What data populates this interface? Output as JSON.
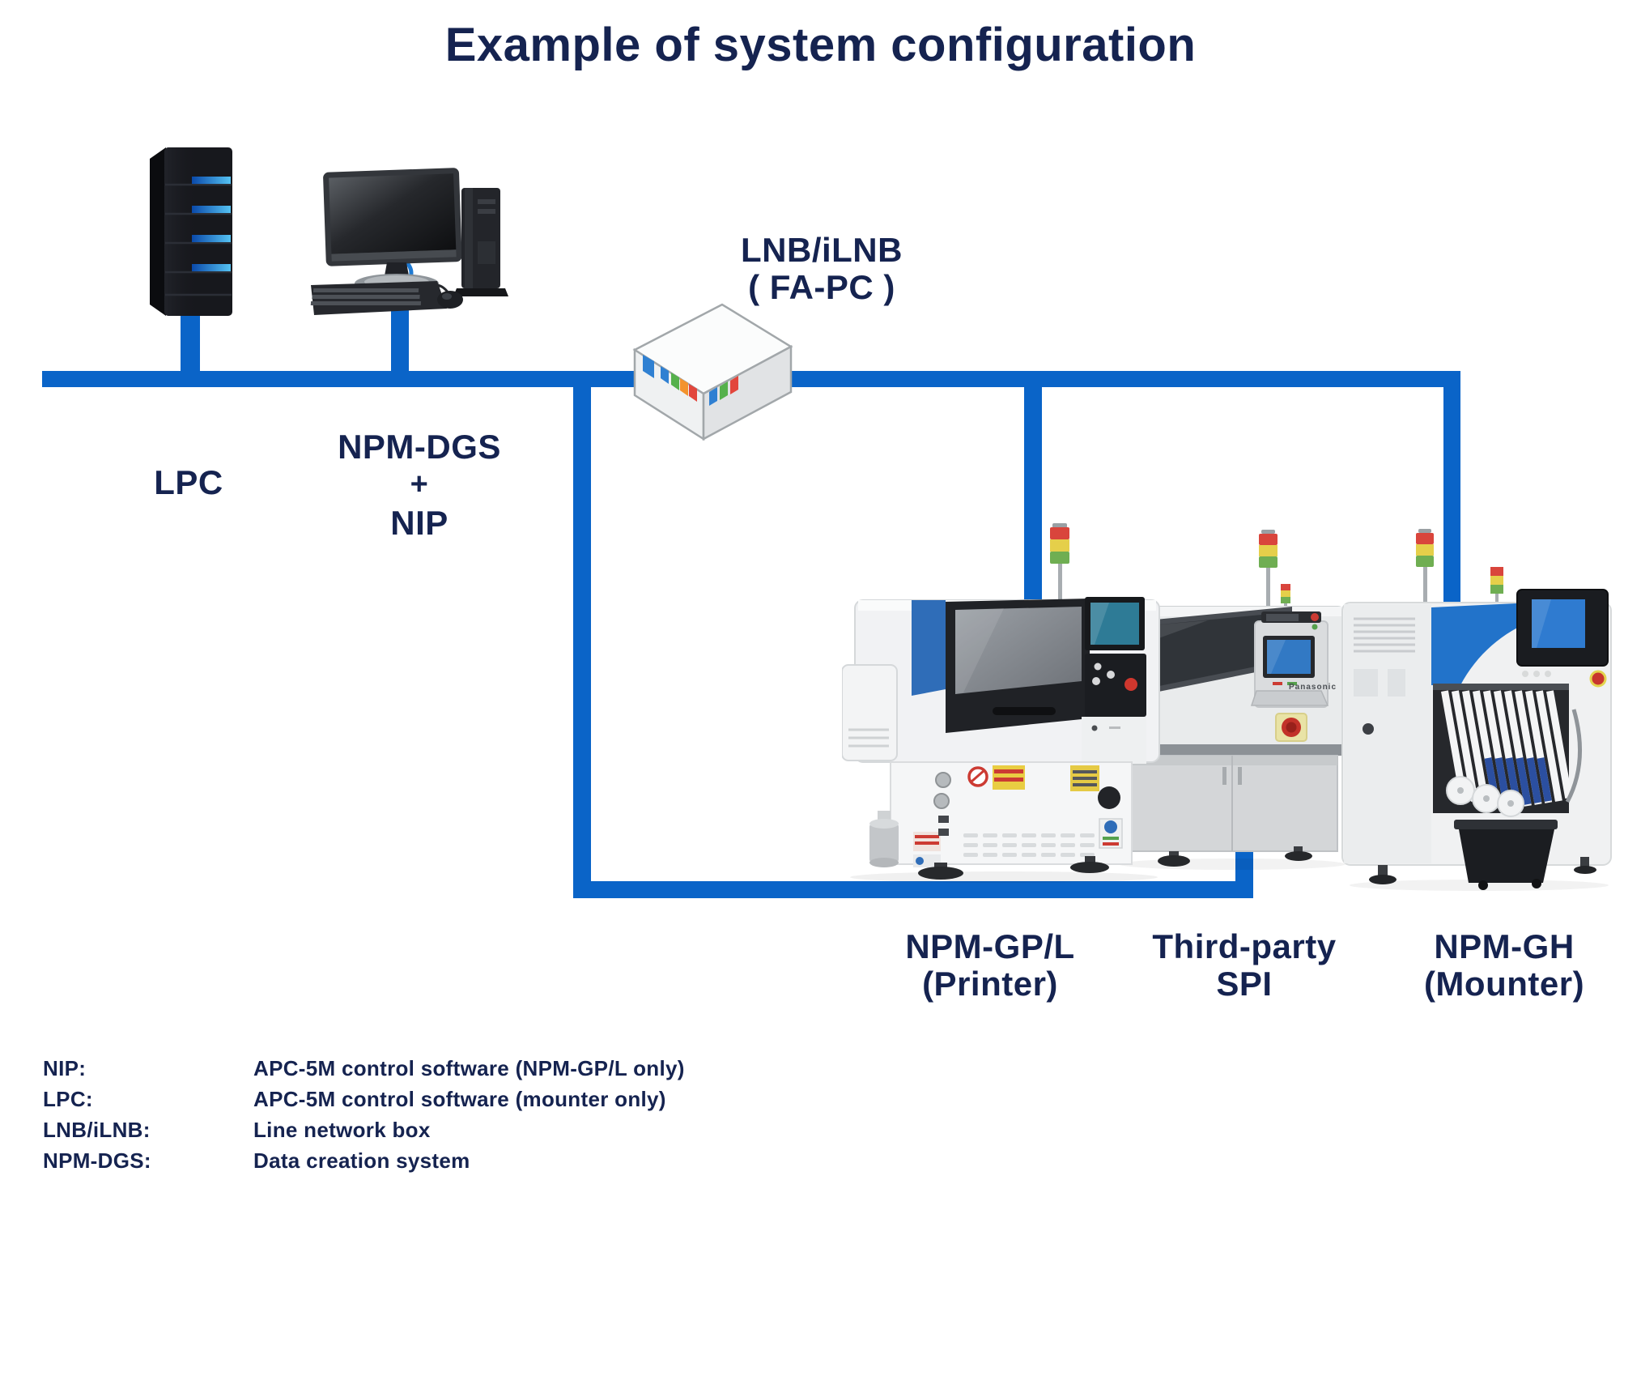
{
  "title": "Example of system configuration",
  "colors": {
    "line_blue": "#0a64c8",
    "text_navy": "#152350",
    "machine_accent_blue": "#2f6db8",
    "mounter_blue": "#2273ca",
    "screen_teal": "#2e7b96",
    "screen_blue": "#3279c4",
    "signal_red": "#d9453c",
    "signal_yellow": "#e5cf4a",
    "signal_green": "#6fae52"
  },
  "icons": {
    "server": "server-tower-icon",
    "workstation": "desktop-computer-icon",
    "network_box": "network-switch-icon",
    "printer_machine": "smt-printer-machine",
    "spi_machine": "spi-inspection-machine",
    "mounter_machine": "component-mounter-machine"
  },
  "nodes": {
    "lpc": {
      "label": "LPC"
    },
    "npm_dgs": {
      "line1": "NPM-DGS",
      "line2": "+",
      "line3": "NIP"
    },
    "lnb": {
      "line1": "LNB/iLNB",
      "line2": "( FA-PC )"
    },
    "printer": {
      "line1": "NPM-GP/L",
      "line2": "(Printer)"
    },
    "spi": {
      "line1": "Third-party",
      "line2": "SPI",
      "badge": "Panasonic"
    },
    "mounter": {
      "line1": "NPM-GH",
      "line2": "(Mounter)"
    }
  },
  "legend": {
    "rows": [
      {
        "term": "NIP:",
        "definition": "APC-5M control software (NPM-GP/L only)"
      },
      {
        "term": "LPC:",
        "definition": "APC-5M control software (mounter only)"
      },
      {
        "term": "LNB/iLNB:",
        "definition": "Line network box"
      },
      {
        "term": "NPM-DGS:",
        "definition": "Data creation system"
      }
    ]
  }
}
